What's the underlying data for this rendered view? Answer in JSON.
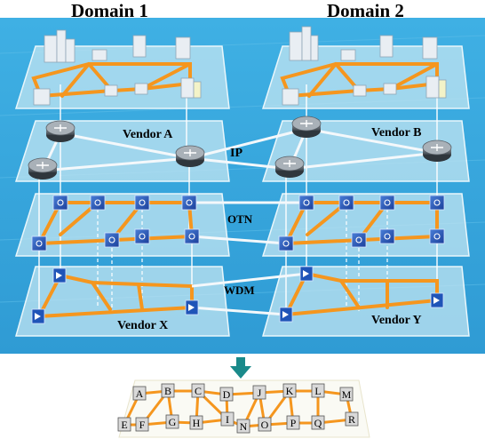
{
  "domains": [
    {
      "title": "Domain 1"
    },
    {
      "title": "Domain 2"
    }
  ],
  "layers": {
    "ip": "IP",
    "otn": "OTN",
    "wdm": "WDM"
  },
  "vendors": {
    "a": "Vendor A",
    "b": "Vendor B",
    "x": "Vendor X",
    "y": "Vendor Y"
  },
  "merged_nodes": [
    "A",
    "B",
    "C",
    "D",
    "J",
    "K",
    "L",
    "M",
    "E",
    "F",
    "G",
    "H",
    "I",
    "N",
    "O",
    "P",
    "Q",
    "R"
  ],
  "colors": {
    "background_blue": "#3aa6dc",
    "link_orange": "#f5961e",
    "arrow_teal": "#1a8a8a",
    "plane_fill": "#b9e2ef"
  }
}
